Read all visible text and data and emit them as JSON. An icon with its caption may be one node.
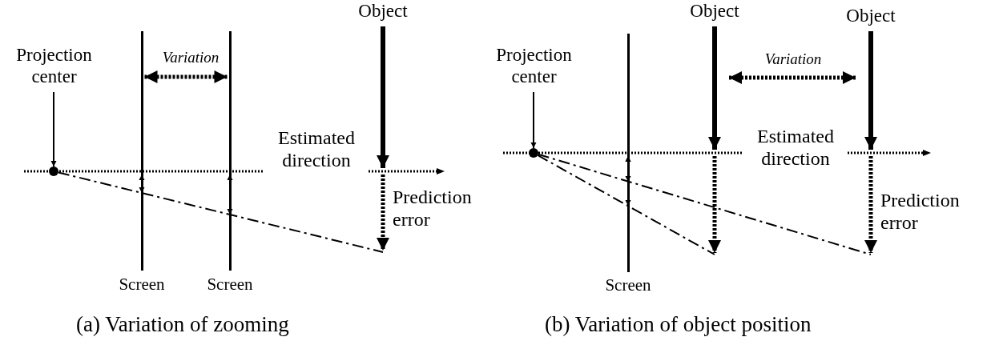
{
  "diagram": {
    "nodes": [
      {
        "text": [
          "Projection center"
        ]
      },
      {
        "text": [],
        "shape": "circle",
        "in": 3
      },
      {
        "text": [
          "Object"
        ]
      },
      {
        "text": [
          "Estimated direction"
        ]
      },
      {
        "text": [],
        "shape": "line",
        "beside": [
          "Screen"
        ]
      },
      {
        "text": [],
        "shape": "line",
        "beside": [
          "Screen"
        ]
      },
      {
        "text": [
          "Projection center"
        ]
      },
      {
        "text": [],
        "shape": "circle",
        "in": 10
      },
      {
        "text": [
          "Object"
        ]
      },
      {
        "text": [
          "Object"
        ]
      },
      {
        "text": [
          "Estimated direction"
        ]
      },
      {
        "text": [],
        "shape": "line",
        "beside": [
          "Screen"
        ]
      }
    ],
    "edges": [
      {
        "from": 0,
        "to": 1,
        "arrow": "to"
      },
      {
        "from": 2,
        "to": 3,
        "arrow": "to",
        "style": "thick"
      },
      {
        "from": 6,
        "to": 7,
        "arrow": "to"
      },
      {
        "from": 8,
        "to": 10,
        "arrow": "to",
        "style": "thick"
      },
      {
        "from": 9,
        "to": 10,
        "arrow": "to",
        "style": "thick"
      },
      {
        "from": 4,
        "to": 5,
        "arrow": "both",
        "label": "Variation",
        "style": "dashed"
      },
      {
        "from": 1,
        "to": null,
        "arrow": "none",
        "style": "dashed"
      },
      {
        "from": 7,
        "to": null,
        "arrow": "none",
        "style": "dashed"
      },
      {
        "from": 7,
        "to": null,
        "arrow": "none",
        "style": "dashed"
      },
      {
        "from": 3,
        "to": null,
        "arrow": "to",
        "label": "Prediction error",
        "style": "dashed"
      },
      {
        "from": 10,
        "to": null,
        "arrow": "to",
        "style": "dashed"
      },
      {
        "from": 10,
        "to": null,
        "arrow": "to",
        "label": "Prediction error",
        "style": "dashed"
      },
      {
        "from": 3,
        "to": 4,
        "arrow": "both"
      },
      {
        "from": 3,
        "to": 5,
        "arrow": "both"
      },
      {
        "from": 10,
        "to": 11,
        "arrow": "both"
      },
      {
        "from": 10,
        "to": 11,
        "arrow": "both"
      }
    ],
    "labels": [
      "(a) Variation of zooming",
      "Variation",
      "(b) Variation of object position"
    ]
  }
}
